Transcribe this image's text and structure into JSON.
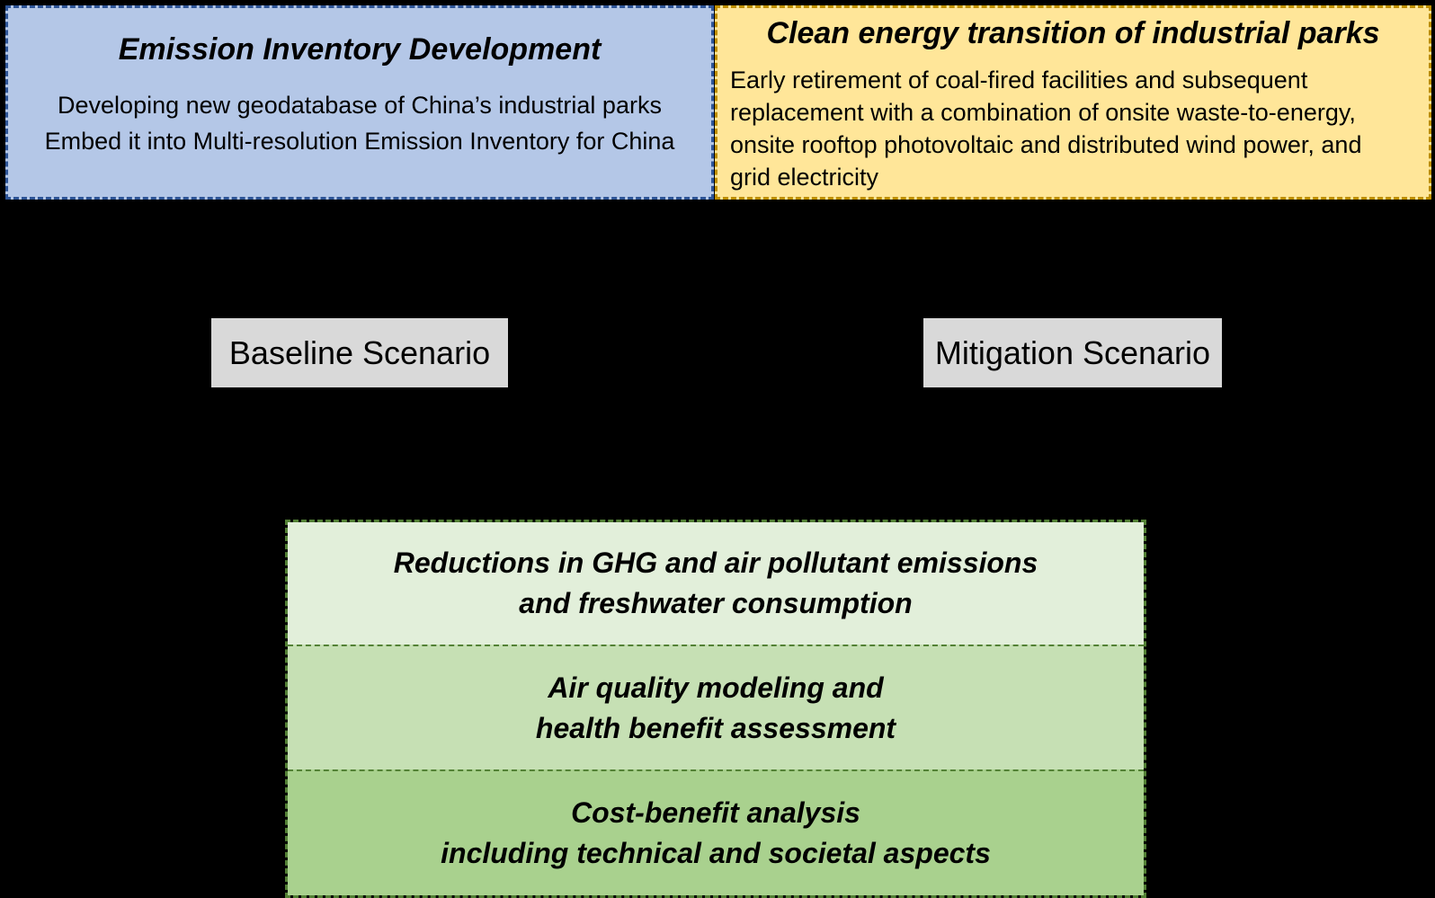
{
  "top_row": {
    "emission_box": {
      "title": "Emission Inventory Development",
      "lines": [
        "Developing new geodatabase of China’s industrial parks",
        "Embed it into Multi-resolution Emission Inventory for China"
      ]
    },
    "clean_energy_box": {
      "title": "Clean energy transition of industrial parks",
      "lines": [
        "Early retirement of coal-fired facilities and subsequent",
        "replacement with a combination of onsite waste-to-energy,",
        "onsite rooftop photovoltaic and distributed wind power, and",
        "grid electricity"
      ]
    }
  },
  "scenarios": {
    "baseline_label": "Baseline Scenario",
    "mitigation_label": "Mitigation Scenario"
  },
  "outcomes": {
    "sections": [
      {
        "lines": [
          "Reductions in GHG and air pollutant emissions",
          "and freshwater consumption"
        ]
      },
      {
        "lines": [
          "Air quality modeling and",
          "health benefit assessment"
        ]
      },
      {
        "lines": [
          "Cost-benefit analysis",
          "including technical and societal aspects"
        ]
      }
    ]
  },
  "colors": {
    "background": "#000000",
    "blue_fill": "#b4c7e7",
    "blue_border": "#2e5597",
    "yellow_fill": "#ffe699",
    "yellow_border": "#bf8f00",
    "gray_fill": "#d9d9d9",
    "green_fills": [
      "#e2efda",
      "#c6e0b4",
      "#a9d18e"
    ],
    "green_border": "#538135",
    "text": "#000000"
  }
}
